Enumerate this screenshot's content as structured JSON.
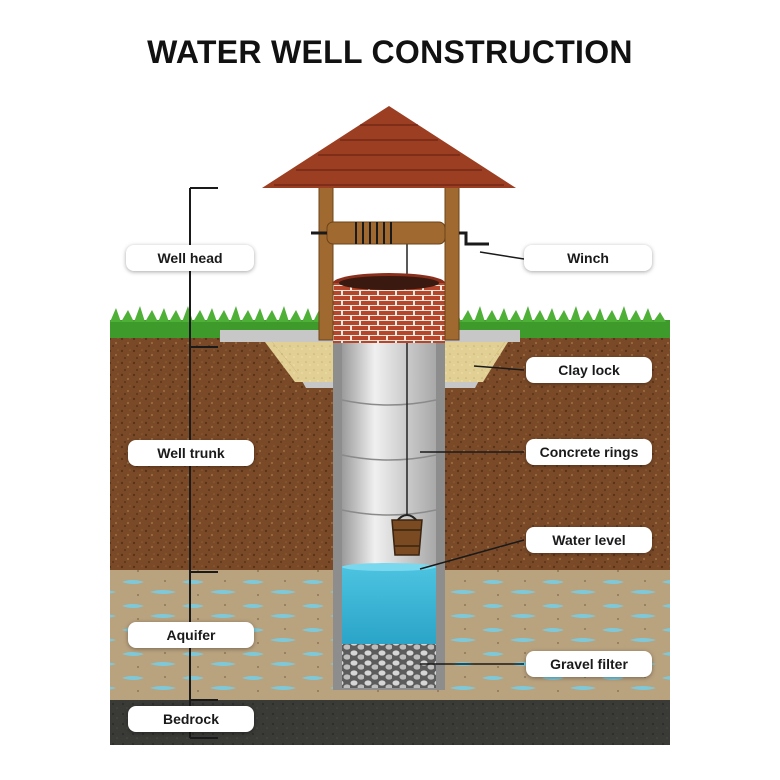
{
  "title": "WATER WELL CONSTRUCTION",
  "labels": {
    "well_head": "Well head",
    "well_trunk": "Well trunk",
    "aquifer": "Aquifer",
    "bedrock": "Bedrock",
    "winch": "Winch",
    "clay_lock": "Clay lock",
    "concrete_rings": "Concrete rings",
    "water_level": "Water level",
    "gravel_filter": "Gravel filter"
  },
  "colors": {
    "roof": "#9c3e22",
    "wood": "#a0692f",
    "brick": "#b5452b",
    "soil": "#7a4a28",
    "grass": "#3f9a2c",
    "aquifer": "#b9a27e",
    "water": "#3fb6d6",
    "bedrock": "#3a3a37",
    "clay": "#e1cf93",
    "concrete": "#c7c7c7"
  }
}
